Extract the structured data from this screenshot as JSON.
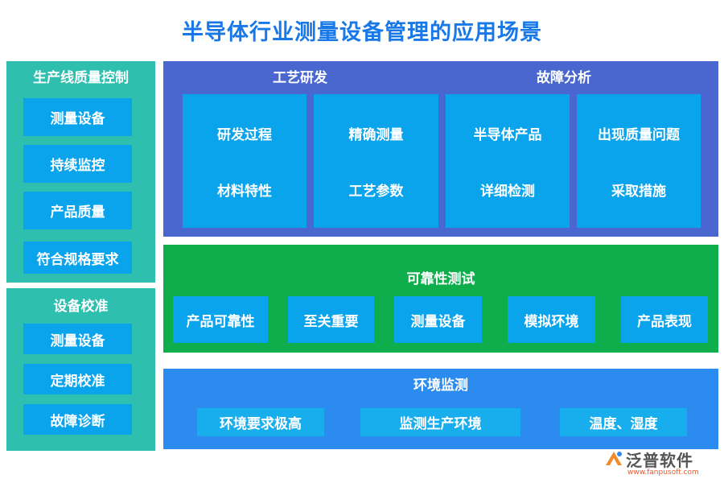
{
  "title": "半导体行业测量设备管理的应用场景",
  "left_top": {
    "heading": "生产线质量控制",
    "items": [
      "测量设备",
      "持续监控",
      "产品质量",
      "符合规格要求"
    ]
  },
  "left_bottom": {
    "heading": "设备校准",
    "items": [
      "测量设备",
      "定期校准",
      "故障诊断"
    ]
  },
  "process": {
    "heading_left": "工艺研发",
    "heading_right": "故障分析",
    "columns": [
      {
        "top": "研发过程",
        "bottom": "材料特性"
      },
      {
        "top": "精确测量",
        "bottom": "工艺参数"
      },
      {
        "top": "半导体产品",
        "bottom": "详细检测"
      },
      {
        "top": "出现质量问题",
        "bottom": "采取措施"
      }
    ]
  },
  "reliability": {
    "heading": "可靠性测试",
    "items": [
      "产品可靠性",
      "至关重要",
      "测量设备",
      "模拟环境",
      "产品表现"
    ]
  },
  "environment": {
    "heading": "环境监测",
    "items": [
      "环境要求极高",
      "监测生产环境",
      "温度、湿度"
    ]
  },
  "logo": {
    "text": "泛普软件",
    "url": "www.fanpusoft.com",
    "icon": "fanpu-logo-icon"
  },
  "colors": {
    "title": "#1878e8",
    "teal": "#2ebfae",
    "box_blue": "#0aa4ec",
    "process_bg": "#4a67d0",
    "reliability_bg": "#0fae4d",
    "environment_bg": "#2b8bee"
  }
}
